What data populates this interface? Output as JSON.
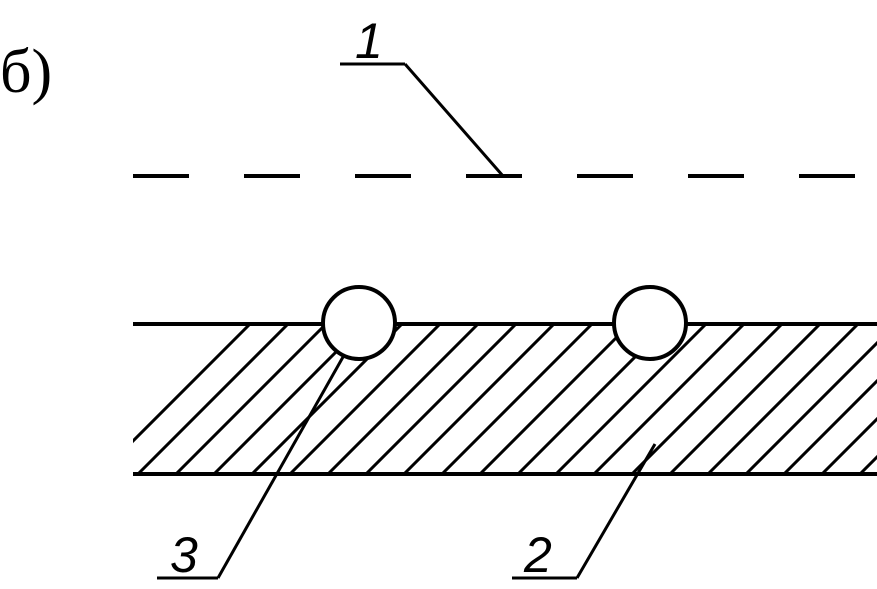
{
  "figure": {
    "label": "б)",
    "callouts": {
      "dashed_line": "1",
      "hatched_layer": "2",
      "circles": "3"
    }
  }
}
